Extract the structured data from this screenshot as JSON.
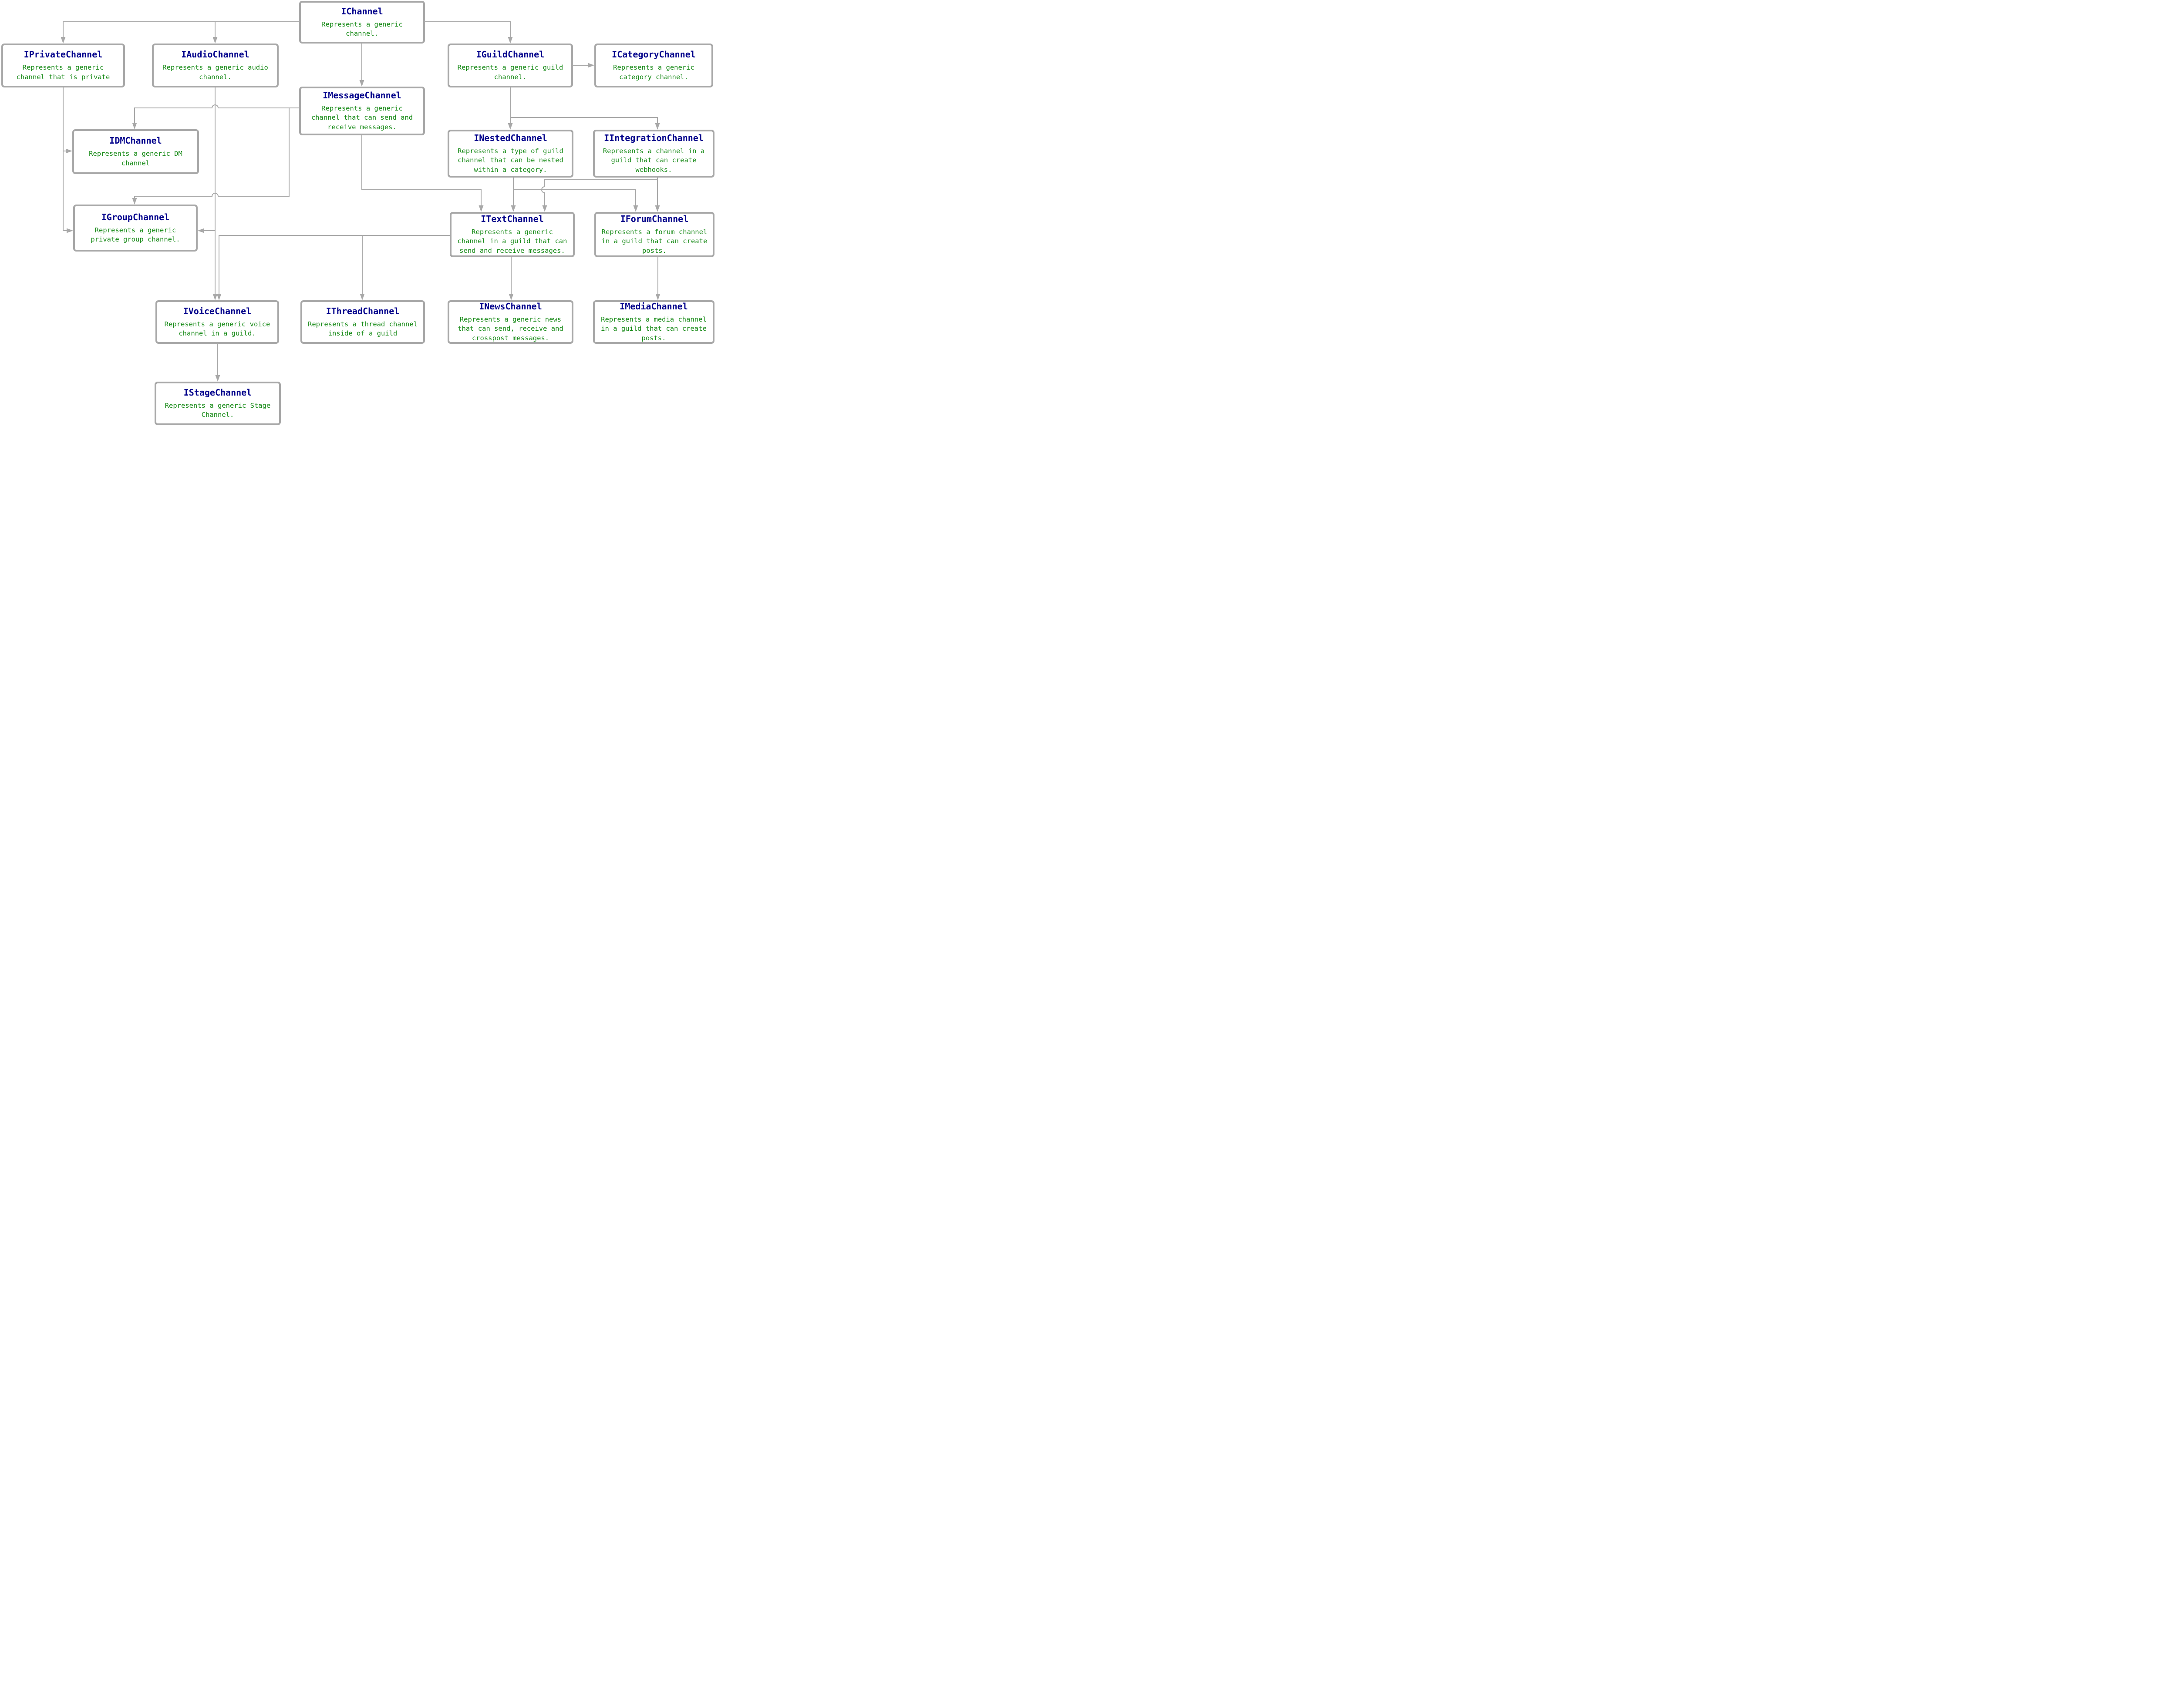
{
  "diagram": {
    "type": "interface-inheritance-graph",
    "colors": {
      "background": "#FFFFFF",
      "node_border": "#A8A8A8",
      "edge": "#A8A8A8",
      "title_text": "#00008B",
      "description_text": "#178A17"
    }
  },
  "nodes": {
    "ichannel": {
      "title": "IChannel",
      "desc": "Represents a generic\nchannel."
    },
    "iprivatechannel": {
      "title": "IPrivateChannel",
      "desc": "Represents a generic\nchannel that is private"
    },
    "iaudiochannel": {
      "title": "IAudioChannel",
      "desc": "Represents a generic audio\nchannel."
    },
    "iguildchannel": {
      "title": "IGuildChannel",
      "desc": "Represents a generic guild\nchannel."
    },
    "icategorychannel": {
      "title": "ICategoryChannel",
      "desc": "Represents a generic\ncategory channel."
    },
    "imessagechannel": {
      "title": "IMessageChannel",
      "desc": "Represents a generic\nchannel that can send and\nreceive messages."
    },
    "idmchannel": {
      "title": "IDMChannel",
      "desc": "Represents a generic DM\nchannel"
    },
    "inestedchannel": {
      "title": "INestedChannel",
      "desc": "Represents a type of guild\nchannel that can be nested\nwithin a category."
    },
    "iintegrationchannel": {
      "title": "IIntegrationChannel",
      "desc": "Represents a channel in a\nguild that can create\nwebhooks."
    },
    "igroupchannel": {
      "title": "IGroupChannel",
      "desc": "Represents a generic\nprivate group channel."
    },
    "itextchannel": {
      "title": "ITextChannel",
      "desc": "Represents a generic\nchannel in a guild that can\nsend and receive messages."
    },
    "iforumchannel": {
      "title": "IForumChannel",
      "desc": "Represents a forum channel\nin a guild that can create\nposts."
    },
    "ivoicechannel": {
      "title": "IVoiceChannel",
      "desc": "Represents a generic voice\nchannel in a guild."
    },
    "ithreadchannel": {
      "title": "IThreadChannel",
      "desc": "Represents a thread channel\ninside of a guild"
    },
    "inewschannel": {
      "title": "INewsChannel",
      "desc": "Represents a generic news\nthat can send, receive and\ncrosspost messages."
    },
    "imediachannel": {
      "title": "IMediaChannel",
      "desc": "Represents a media channel\nin a guild that can create\nposts."
    },
    "istagechannel": {
      "title": "IStageChannel",
      "desc": "Represents a generic Stage\nChannel."
    }
  },
  "edges": [
    {
      "from": "IChannel",
      "to": "IPrivateChannel"
    },
    {
      "from": "IChannel",
      "to": "IAudioChannel"
    },
    {
      "from": "IChannel",
      "to": "IMessageChannel"
    },
    {
      "from": "IChannel",
      "to": "IGuildChannel"
    },
    {
      "from": "IGuildChannel",
      "to": "ICategoryChannel"
    },
    {
      "from": "IGuildChannel",
      "to": "INestedChannel"
    },
    {
      "from": "IGuildChannel",
      "to": "IIntegrationChannel"
    },
    {
      "from": "IMessageChannel",
      "to": "IDMChannel"
    },
    {
      "from": "IMessageChannel",
      "to": "IGroupChannel"
    },
    {
      "from": "IMessageChannel",
      "to": "ITextChannel"
    },
    {
      "from": "IPrivateChannel",
      "to": "IDMChannel"
    },
    {
      "from": "IPrivateChannel",
      "to": "IGroupChannel"
    },
    {
      "from": "IAudioChannel",
      "to": "IGroupChannel"
    },
    {
      "from": "IAudioChannel",
      "to": "IVoiceChannel"
    },
    {
      "from": "INestedChannel",
      "to": "ITextChannel"
    },
    {
      "from": "INestedChannel",
      "to": "IForumChannel"
    },
    {
      "from": "IIntegrationChannel",
      "to": "ITextChannel"
    },
    {
      "from": "IIntegrationChannel",
      "to": "IForumChannel"
    },
    {
      "from": "ITextChannel",
      "to": "IThreadChannel"
    },
    {
      "from": "ITextChannel",
      "to": "IVoiceChannel"
    },
    {
      "from": "ITextChannel",
      "to": "INewsChannel"
    },
    {
      "from": "IForumChannel",
      "to": "IMediaChannel"
    },
    {
      "from": "IVoiceChannel",
      "to": "IStageChannel"
    }
  ]
}
